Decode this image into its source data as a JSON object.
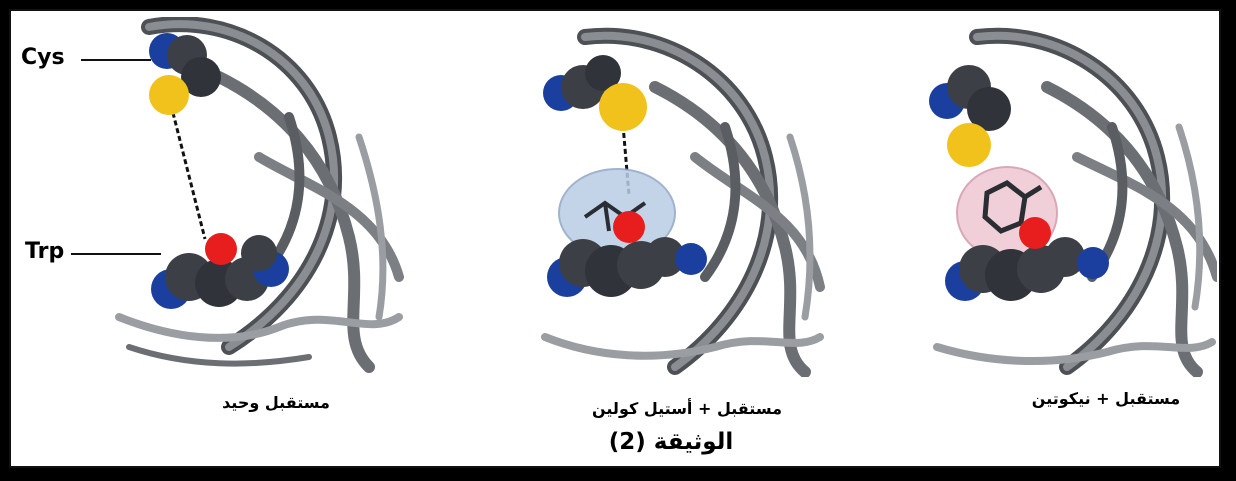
{
  "labels": {
    "cys": "Cys",
    "trp": "Trp"
  },
  "panels": [
    {
      "caption": "مستقبل وحيد",
      "ligand": "none"
    },
    {
      "caption": "مستقبل + أستيل كولين",
      "ligand": "acetylcholine"
    },
    {
      "caption": "مستقبل + نيكوتين",
      "ligand": "nicotine"
    }
  ],
  "document_title": "الوثيقة (2)",
  "colors": {
    "ribbon": "#7c8084",
    "ribbon_dark": "#4d5156",
    "carbon": "#3c4046",
    "nitrogen": "#1b3f9e",
    "sulfur": "#f2c21c",
    "oxygen": "#e81e1e",
    "acetylcholine_surface": "#b9cde6",
    "nicotine_surface": "#efc7d2"
  }
}
